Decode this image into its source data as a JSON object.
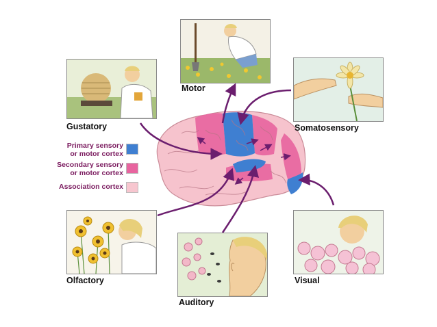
{
  "labels": {
    "motor": "Motor",
    "gustatory": "Gustatory",
    "somatosensory": "Somatosensory",
    "olfactory": "Olfactory",
    "auditory": "Auditory",
    "visual": "Visual"
  },
  "legend": [
    {
      "line1": "Primary sensory",
      "line2": "or motor cortex",
      "color": "#3f7fd1"
    },
    {
      "line1": "Secondary sensory",
      "line2": "or motor cortex",
      "color": "#e8649f"
    },
    {
      "line1": "Association cortex",
      "line2": "",
      "color": "#f7c6cf"
    }
  ],
  "colors": {
    "arrow": "#6b1e6e",
    "primary": "#3f7fd1",
    "secondary": "#e8649f",
    "association": "#f6c3cd"
  }
}
